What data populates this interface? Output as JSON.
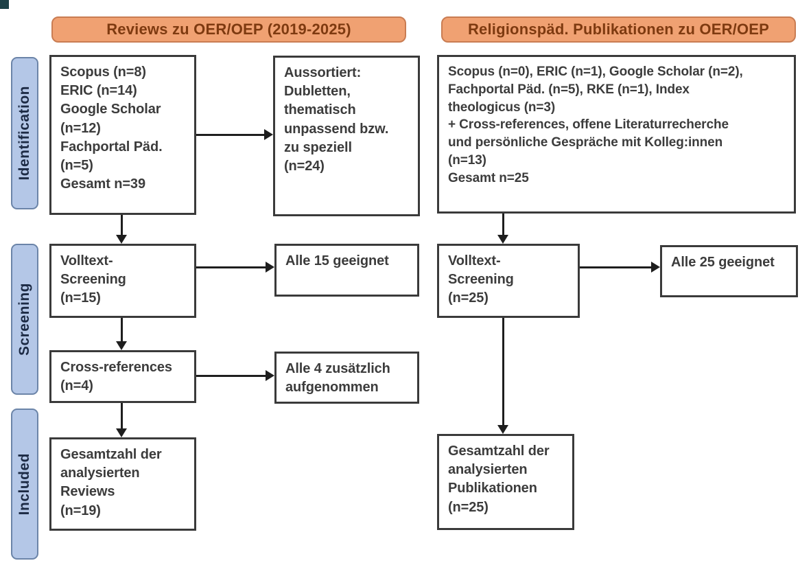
{
  "diagram_title": "PRISMA-style literature review flow diagram",
  "colors": {
    "header_fill": "#F0A172",
    "header_border": "#C97C52",
    "header_text": "#7E3A10",
    "stage_fill": "#B4C7E7",
    "stage_border": "#6B84A8",
    "stage_text": "#1D2B45",
    "box_border": "#3A3A3A",
    "box_text": "#3C3C3C",
    "arrow": "#1E1E1E",
    "background": "#FFFFFF",
    "corner_artifact": "#1D4147"
  },
  "stages": {
    "identification": "Identification",
    "screening": "Screening",
    "included": "Included"
  },
  "columns": {
    "left": {
      "header": "Reviews zu OER/OEP (2019-2025)",
      "identification_box": "Scopus (n=8)\nERIC (n=14)\nGoogle Scholar\n(n=12)\nFachportal Päd.\n(n=5)\nGesamt n=39",
      "excluded_box": "Aussortiert:\nDubletten,\nthematisch\nunpassend bzw.\nzu speziell\n(n=24)",
      "fulltext_box": "Volltext-\nScreening\n(n=15)",
      "fulltext_result_box": "Alle 15 geeignet",
      "crossref_box": "Cross-references\n(n=4)",
      "crossref_result_box": "Alle 4 zusätzlich\naufgenommen",
      "included_box": "Gesamtzahl der\nanalysierten\nReviews\n(n=19)"
    },
    "right": {
      "header": "Religionspäd. Publikationen zu OER/OEP",
      "identification_box": "Scopus (n=0), ERIC (n=1), Google Scholar (n=2),\nFachportal Päd. (n=5), RKE (n=1), Index\ntheologicus (n=3)\n+ Cross-references, offene Literaturrecherche\nund persönliche Gespräche mit Kolleg:innen\n(n=13)\nGesamt n=25",
      "fulltext_box": "Volltext-\nScreening\n(n=25)",
      "fulltext_result_box": "Alle 25 geeignet",
      "included_box": "Gesamtzahl der\nanalysierten\nPublikationen\n(n=25)"
    }
  }
}
